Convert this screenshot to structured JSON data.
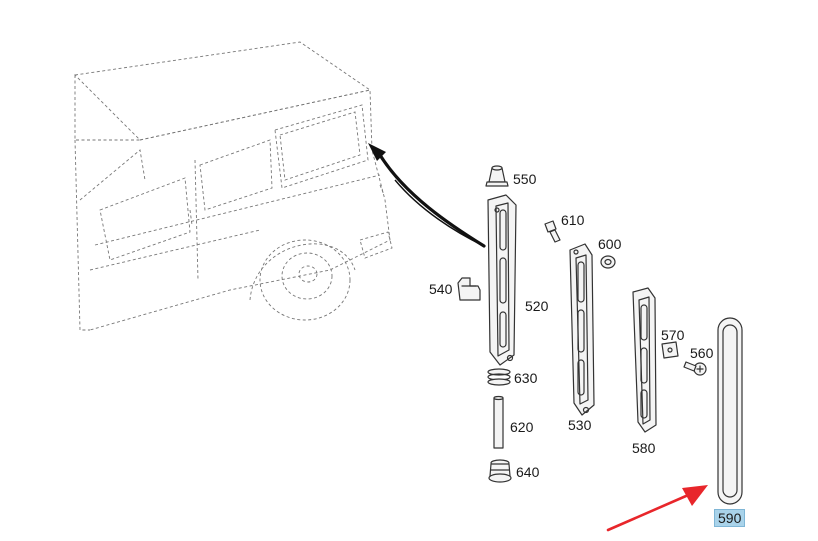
{
  "diagram": {
    "parts": [
      {
        "id": "550",
        "label": "550"
      },
      {
        "id": "610",
        "label": "610"
      },
      {
        "id": "600",
        "label": "600"
      },
      {
        "id": "540",
        "label": "540"
      },
      {
        "id": "520",
        "label": "520"
      },
      {
        "id": "570",
        "label": "570"
      },
      {
        "id": "560",
        "label": "560"
      },
      {
        "id": "630",
        "label": "630"
      },
      {
        "id": "530",
        "label": "530"
      },
      {
        "id": "620",
        "label": "620"
      },
      {
        "id": "580",
        "label": "580"
      },
      {
        "id": "640",
        "label": "640"
      },
      {
        "id": "590",
        "label": "590",
        "highlighted": true
      }
    ],
    "highlight_color": "#a9d3ea",
    "pointer_arrow_color": "#e8262b"
  }
}
